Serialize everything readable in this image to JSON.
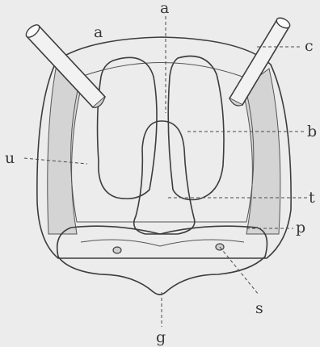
{
  "labels": {
    "a_top": "a",
    "a_left": "a",
    "c": "c",
    "b": "b",
    "u": "u",
    "t": "t",
    "p": "p",
    "s": "s",
    "g": "g"
  },
  "colors": {
    "background": "#ececec",
    "ink": "#3d3d3d",
    "shade": "#d6d6d6",
    "lobe_fill": "#dcdcdc"
  }
}
